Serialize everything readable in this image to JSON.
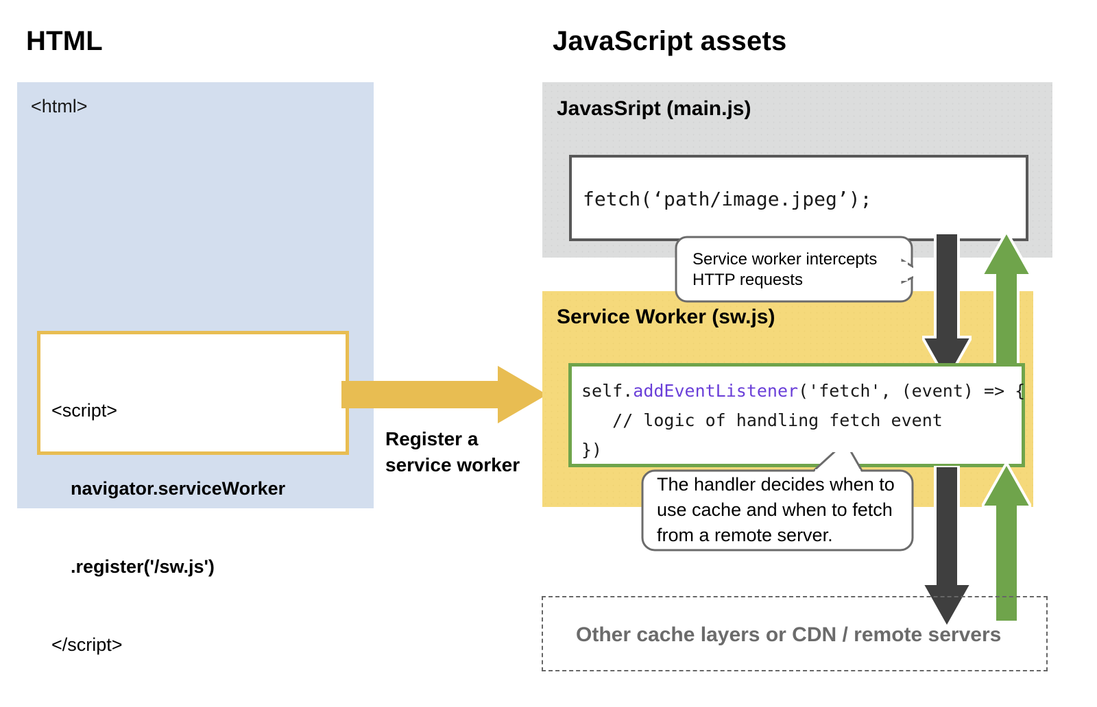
{
  "headings": {
    "html": "HTML",
    "javascript": "JavaScript assets"
  },
  "html_panel": {
    "tag": "<html>",
    "script_box": {
      "line1": "<script>",
      "line2": "navigator.serviceWorker",
      "line3": ".register('/sw.js')",
      "line4": "</script>"
    }
  },
  "register_arrow": {
    "label": "Register a\nservice worker",
    "color": "#e8bd52"
  },
  "mainjs_panel": {
    "title": "JavasSript (main.js)",
    "code": "fetch(‘path/image.jpeg’);",
    "background": "#dcdddd"
  },
  "sw_panel": {
    "title": "Service Worker (sw.js)",
    "background": "#f5d97b",
    "code_border": "#6fa44b",
    "code": {
      "line1_a": "self.",
      "line1_b": "addEventListener",
      "line1_c": "('fetch', (event) => {",
      "line2": "   // logic of handling fetch event",
      "line3": "})"
    }
  },
  "callouts": [
    {
      "id": "service-worker-intercepts",
      "text": "Service worker intercepts\nHTTP requests"
    },
    {
      "id": "handler-decides",
      "text": "The handler decides when to\nuse cache and when to fetch\nfrom a remote server."
    }
  ],
  "cdn_box": {
    "label": "Other cache layers or CDN / remote servers",
    "border": "#666666",
    "text_color": "#6b6b6b"
  },
  "arrows": {
    "request_color": "#3f3f3f",
    "response_color": "#6fa44b"
  }
}
